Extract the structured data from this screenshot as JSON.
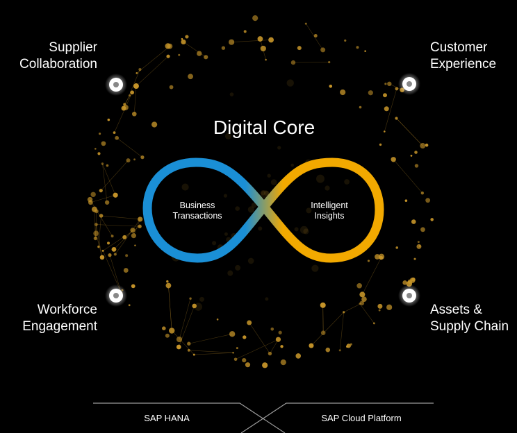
{
  "diagram": {
    "title": "Digital Core",
    "quadrants": {
      "top_left": "Supplier\nCollaboration",
      "top_right": "Customer\nExperience",
      "bottom_left": "Workforce\nEngagement",
      "bottom_right": "Assets &\nSupply Chain"
    },
    "loop": {
      "left": "Business\nTransactions",
      "right": "Intelligent\nInsights"
    },
    "platforms": {
      "left": "SAP HANA",
      "right": "SAP Cloud Platform"
    },
    "colors": {
      "background": "#000000",
      "network": "#c8962a",
      "blue": "#1a8fd6",
      "gold": "#f2a900",
      "node": "#ffffff"
    }
  }
}
